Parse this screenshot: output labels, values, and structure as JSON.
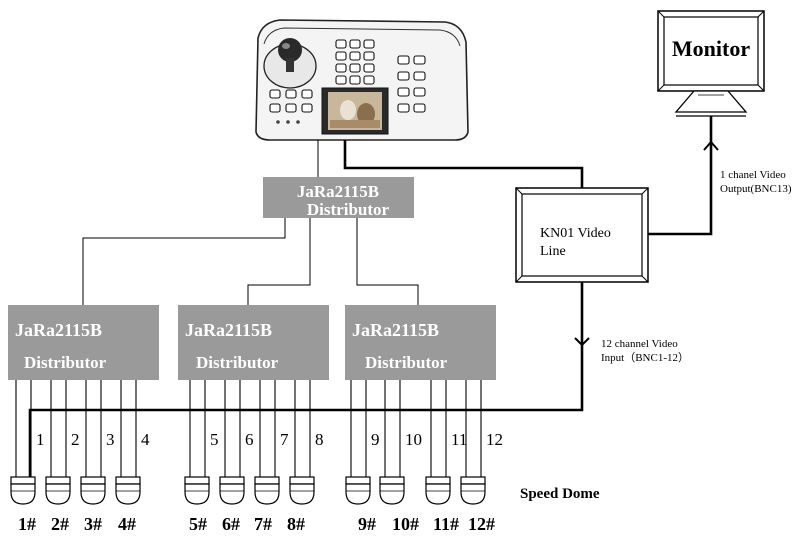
{
  "monitor": {
    "label": "Monitor"
  },
  "video_line": {
    "label_line1": "KN01 Video",
    "label_line2": "Line"
  },
  "top_distributor": {
    "line1": "JaRa2115B",
    "line2": "Distributor"
  },
  "distributors": [
    {
      "line1": "JaRa2115B",
      "line2": "Distributor"
    },
    {
      "line1": "JaRa2115B",
      "line2": "Distributor"
    },
    {
      "line1": "JaRa2115B",
      "line2": "Distributor"
    }
  ],
  "output_note": {
    "line1": "1 chanel Video",
    "line2": "Output(BNC13)"
  },
  "input_note": {
    "line1": "12 channel Video",
    "line2": "Input（BNC1-12）"
  },
  "channel_numbers": [
    "1",
    "2",
    "3",
    "4",
    "5",
    "6",
    "7",
    "8",
    "9",
    "10",
    "11",
    "12"
  ],
  "speed_dome_label": "Speed Dome",
  "dome_labels": [
    "1#",
    "2#",
    "3#",
    "4#",
    "5#",
    "6#",
    "7#",
    "8#",
    "9#",
    "10#",
    "11#",
    "12#"
  ],
  "colors": {
    "distributor_fill": "#9a9a9a",
    "distributor_text": "#ffffff",
    "line": "#000000"
  }
}
